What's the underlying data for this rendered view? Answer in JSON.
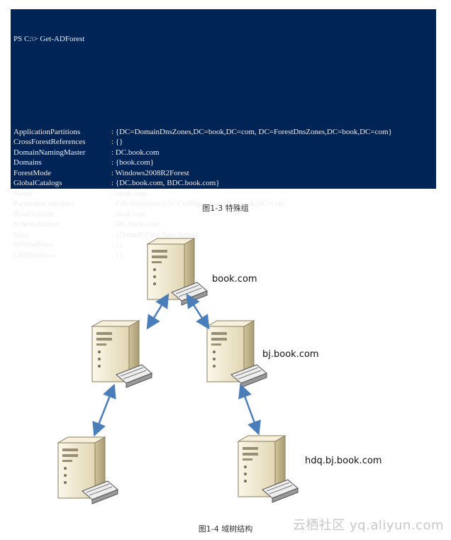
{
  "console": {
    "prompt": "PS C:\\> Get-ADForest",
    "rows": [
      {
        "prop": "ApplicationPartitions",
        "sep": ": ",
        "val": "{DC=DomainDnsZones,DC=book,DC=com, DC=ForestDnsZones,DC=book,DC=com}"
      },
      {
        "prop": "CrossForestReferences",
        "sep": ": ",
        "val": "{}"
      },
      {
        "prop": "DomainNamingMaster",
        "sep": ": ",
        "val": "DC.book.com"
      },
      {
        "prop": "Domains",
        "sep": ": ",
        "val": "{book.com}"
      },
      {
        "prop": "ForestMode",
        "sep": ": ",
        "val": "Windows2008R2Forest"
      },
      {
        "prop": "GlobalCatalogs",
        "sep": ": ",
        "val": "{DC.book.com, BDC.book.com}"
      },
      {
        "prop": "Name",
        "sep": ": ",
        "val": "book.com"
      },
      {
        "prop": "PartitionsContainer",
        "sep": ": ",
        "val": "CN=Partitions,CN=Configuration,DC=book,DC=com"
      },
      {
        "prop": "RootDomain",
        "sep": ": ",
        "val": "book.com"
      },
      {
        "prop": "SchemaMaster",
        "sep": ": ",
        "val": "DC.book.com"
      },
      {
        "prop": "Sites",
        "sep": ": ",
        "val": "{Default-First-Site-Name}"
      },
      {
        "prop": "SPNSuffixes",
        "sep": ": ",
        "val": "{}"
      },
      {
        "prop": "UPNSuffixes",
        "sep": ": ",
        "val": "{}"
      }
    ]
  },
  "captions": {
    "fig1": "图1-3 特殊组",
    "fig2": "图1-4 域树结构"
  },
  "diagram": {
    "labels": {
      "root": "book.com",
      "child": "bj.book.com",
      "grandchild": "hdq.bj.book.com"
    }
  },
  "watermark": "云栖社区 yq.aliyun.com",
  "colors": {
    "console_bg": "#012456",
    "console_fg": "#eeedf0",
    "arrow": "#4a7ebb",
    "server_body": "#f1ead1"
  }
}
